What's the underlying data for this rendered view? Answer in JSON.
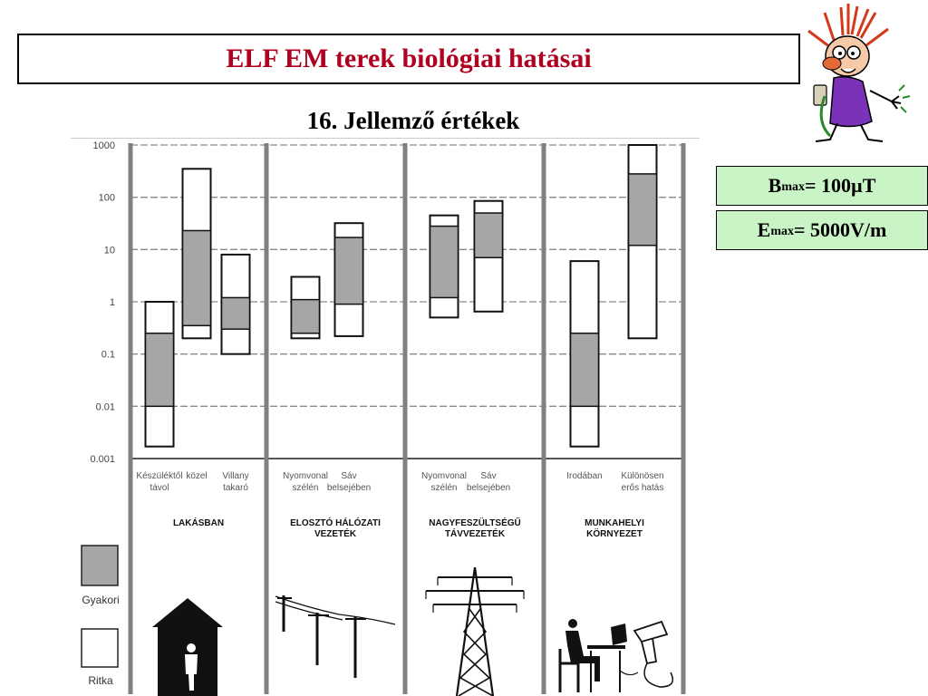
{
  "header": {
    "title": "ELF EM terek biológiai hatásai"
  },
  "subtitle": "16. Jellemző értékek",
  "info": [
    {
      "sym": "B",
      "sub": "max",
      "value": "= 100µT"
    },
    {
      "sym": "E",
      "sub": "max",
      "value": "= 5000V/m"
    }
  ],
  "chart_data": {
    "type": "bar",
    "scale": "log",
    "ylim": [
      0.001,
      1000
    ],
    "yticks": [
      "1000",
      "100",
      "10",
      "1",
      "0.1",
      "0.01",
      "0.001"
    ],
    "grid": true,
    "legend": {
      "placement": "bottom-left",
      "items": [
        {
          "label": "Gyakori",
          "color": "#a6a6a6"
        },
        {
          "label": "Ritka",
          "color": "#ffffff"
        }
      ]
    },
    "groups": [
      {
        "name": "LAKÁSBAN",
        "icon": "house-icon",
        "items": [
          {
            "label": "Készüléktől távol",
            "rare": [
              0.0017,
              1.0
            ],
            "frequent": [
              0.01,
              0.25
            ]
          },
          {
            "label": "közel",
            "rare": [
              0.2,
              350
            ],
            "frequent": [
              0.35,
              23
            ]
          },
          {
            "label": "Villany takaró",
            "rare": [
              0.1,
              8
            ],
            "frequent": [
              0.3,
              1.2
            ]
          }
        ]
      },
      {
        "name": "ELOSZTÓ HÁLÓZATI VEZETÉK",
        "icon": "power-line-icon",
        "items": [
          {
            "label": "Nyomvonal szélén",
            "rare": [
              0.2,
              3
            ],
            "frequent": [
              0.25,
              1.1
            ]
          },
          {
            "label": "Sáv belsejében",
            "rare": [
              0.22,
              32
            ],
            "frequent": [
              0.9,
              17
            ]
          }
        ]
      },
      {
        "name": "NAGYFESZÜLTSÉGŰ TÁVVEZETÉK",
        "icon": "pylon-icon",
        "items": [
          {
            "label": "Nyomvonal szélén",
            "rare": [
              0.5,
              45
            ],
            "frequent": [
              1.2,
              28
            ]
          },
          {
            "label": "Sáv belsejében",
            "rare": [
              0.65,
              85
            ],
            "frequent": [
              7,
              50
            ]
          }
        ]
      },
      {
        "name": "MUNKAHELYI KÖRNYEZET",
        "icon": "workplace-icon",
        "items": [
          {
            "label": "Irodában",
            "rare": [
              0.0017,
              6
            ],
            "frequent": [
              0.01,
              0.25
            ]
          },
          {
            "label": "Különösen erős hatás",
            "rare": [
              0.2,
              1000
            ],
            "frequent": [
              12,
              280
            ]
          }
        ]
      }
    ]
  }
}
